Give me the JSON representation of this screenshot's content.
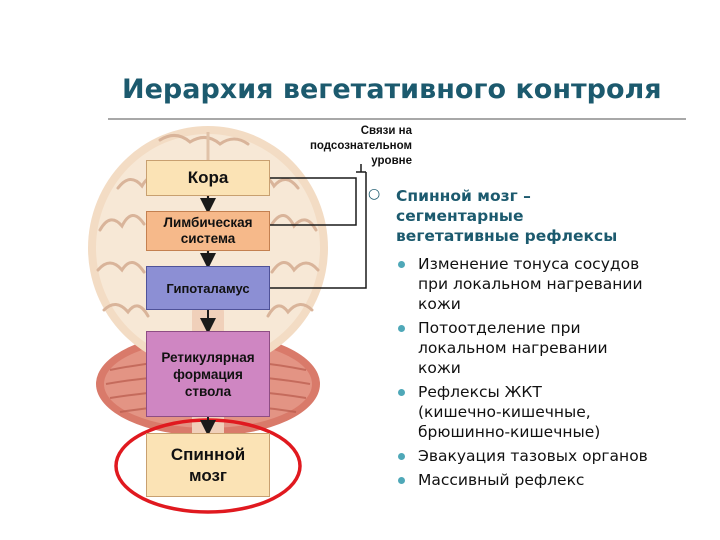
{
  "slide": {
    "title": "Иерархия вегетативного контроля"
  },
  "diagram": {
    "boxes": {
      "cortex": "Кора",
      "limbic_line1": "Лимбическая",
      "limbic_line2": "система",
      "hypothalamus": "Гипоталамус",
      "reticular_line1": "Ретикулярная",
      "reticular_line2": "формация",
      "reticular_line3": "ствола",
      "spinal_line1": "Спинной",
      "spinal_line2": "мозг"
    },
    "subconscious_label": {
      "line1": "Связи на",
      "line2": "подсознательном",
      "line3": "уровне"
    },
    "colors": {
      "cortex": "#fbe3b5",
      "limbic": "#f6b98a",
      "hypothalamus": "#8c8fd4",
      "reticular": "#cf86c2",
      "spinal": "#fbe3b5",
      "highlight_ellipse": "#e0191f",
      "connector": "#1a1a1a"
    }
  },
  "content": {
    "main_bullet": {
      "line1": "Спинной мозг –",
      "line2": "сегментарные",
      "line3": "вегетативные рефлексы"
    },
    "sub_bullets": [
      {
        "line1": "Изменение тонуса сосудов",
        "line2": "при локальном нагревании",
        "line3": "кожи"
      },
      {
        "line1": "Потоотделение при",
        "line2": "локальном нагревании",
        "line3": "кожи"
      },
      {
        "line1": "Рефлексы ЖКТ",
        "line2": "(кишечно-кишечные,",
        "line3": "брюшинно-кишечные)"
      },
      {
        "line1": "Эвакуация тазовых органов"
      },
      {
        "line1": "Массивный рефлекс"
      }
    ],
    "accent_color": "#1c5a6e",
    "sub_bullet_color": "#4fa8b8"
  }
}
